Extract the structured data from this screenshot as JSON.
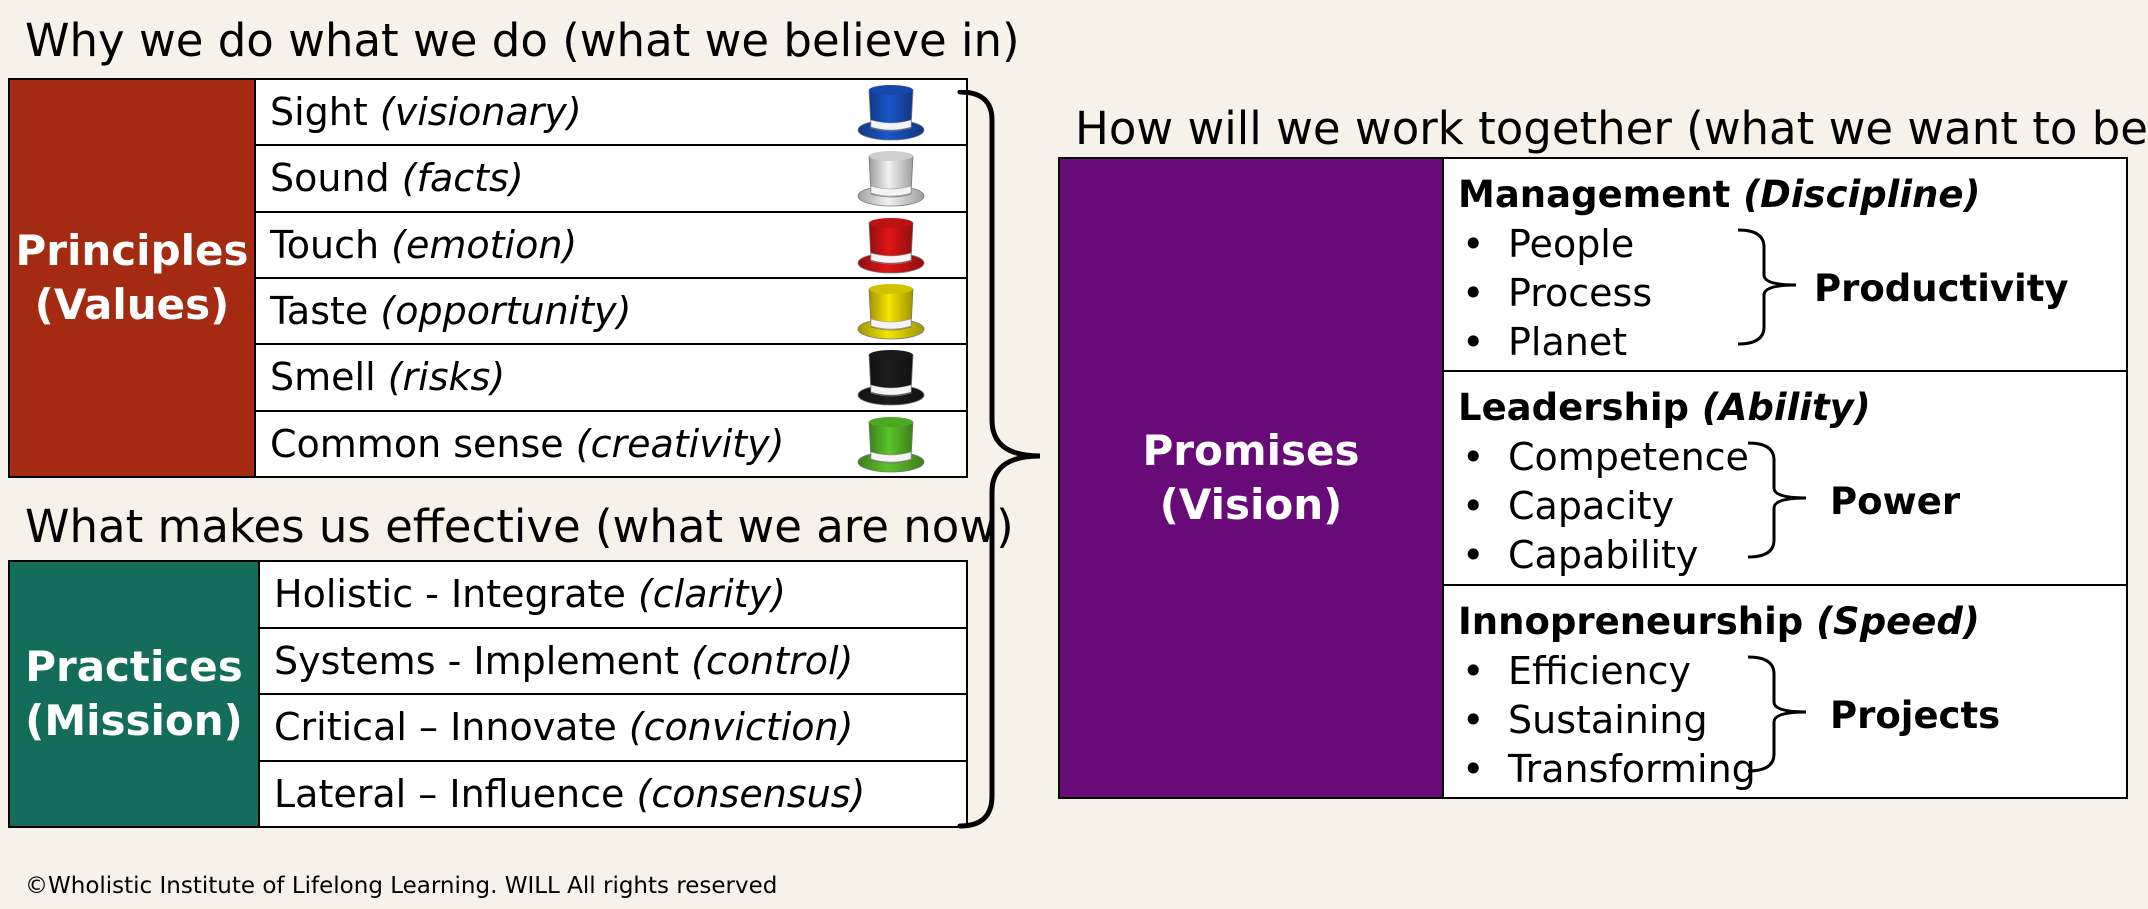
{
  "principles": {
    "heading": "Why we do what we do (what we believe in)",
    "label_line1": "Principles",
    "label_line2": "(Values)",
    "label_color": "#a52a12",
    "rows": [
      {
        "term": "Sight",
        "detail": "(visionary)",
        "hat_icon": "blue-hat-icon",
        "hat_color": "#1a55c8"
      },
      {
        "term": "Sound",
        "detail": "(facts)",
        "hat_icon": "white-hat-icon",
        "hat_color": "#f2f2f2"
      },
      {
        "term": "Touch",
        "detail": "(emotion)",
        "hat_icon": "red-hat-icon",
        "hat_color": "#e01515"
      },
      {
        "term": "Taste",
        "detail": "(opportunity)",
        "hat_icon": "yellow-hat-icon",
        "hat_color": "#f5e400"
      },
      {
        "term": "Smell",
        "detail": "(risks)",
        "hat_icon": "black-hat-icon",
        "hat_color": "#1c1c1c"
      },
      {
        "term": "Common sense",
        "detail": "(creativity)",
        "hat_icon": "green-hat-icon",
        "hat_color": "#5cc42a"
      }
    ]
  },
  "practices": {
    "heading": "What makes us effective (what we are now)",
    "label_line1": "Practices",
    "label_line2": "(Mission)",
    "label_color": "#136d5a",
    "rows": [
      {
        "term": "Holistic - Integrate",
        "detail": "(clarity)"
      },
      {
        "term": "Systems - Implement",
        "detail": "(control)"
      },
      {
        "term": "Critical – Innovate",
        "detail": "(conviction)"
      },
      {
        "term": "Lateral – Influence",
        "detail": "(consensus)"
      }
    ]
  },
  "promises": {
    "heading": "How will we work together (what we want to be)",
    "label_line1": "Promises",
    "label_line2": "(Vision)",
    "label_color": "#680a78",
    "sections": [
      {
        "title": "Management",
        "qualifier": "(Discipline)",
        "items": [
          "People",
          "Process",
          "Planet"
        ],
        "result": "Productivity"
      },
      {
        "title": "Leadership",
        "qualifier": "(Ability)",
        "items": [
          "Competence",
          "Capacity",
          "Capability"
        ],
        "result": "Power"
      },
      {
        "title": "Innopreneurship",
        "qualifier": "(Speed)",
        "items": [
          "Efficiency",
          "Sustaining",
          "Transforming"
        ],
        "result": "Projects"
      }
    ]
  },
  "bullet_glyph": "•",
  "footer": "©Wholistic Institute of Lifelong Learning. WILL All rights reserved"
}
